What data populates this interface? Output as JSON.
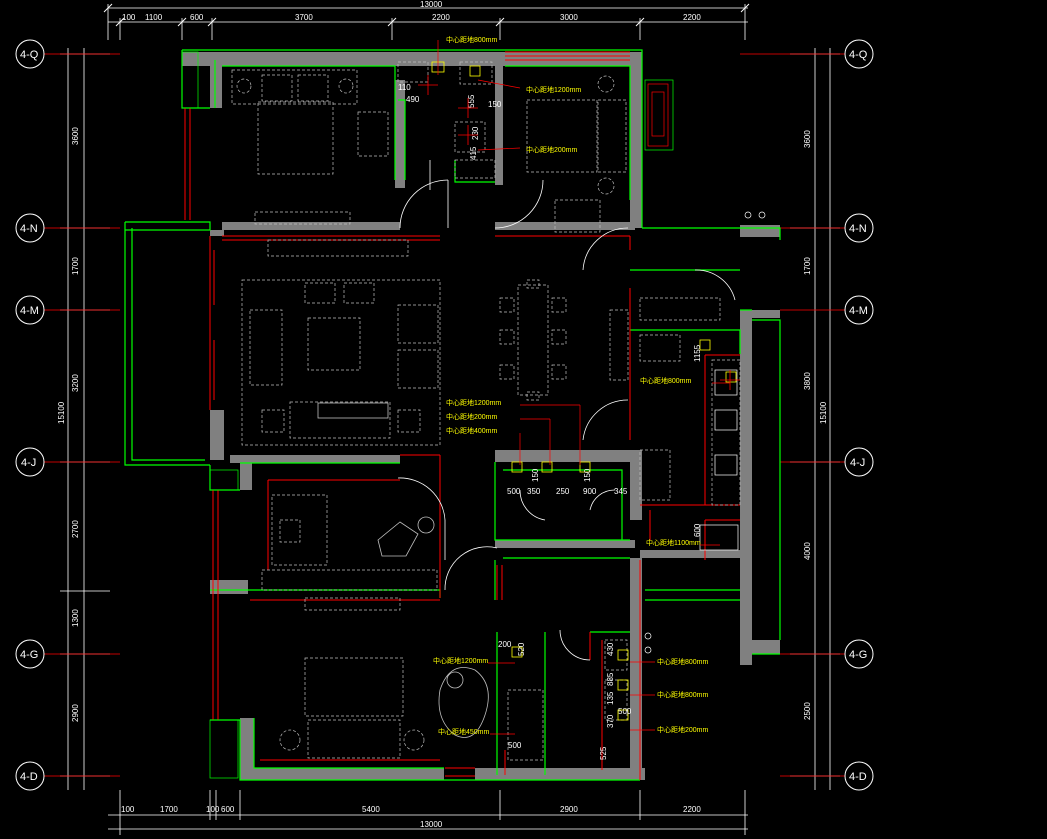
{
  "drawing": {
    "top_total": "13000",
    "bottom_total": "13000",
    "left_total": "15100",
    "right_total": "15100",
    "top_dims": [
      "100",
      "1100",
      "600",
      "3700",
      "2200",
      "3000",
      "2200"
    ],
    "bottom_dims": [
      "100",
      "1700",
      "100",
      "600",
      "5400",
      "2900",
      "2200"
    ],
    "left_dims": [
      "3600",
      "1700",
      "3200",
      "2700",
      "1300",
      "2900"
    ],
    "right_dims": [
      "3600",
      "1700",
      "3800",
      "4000",
      "2500"
    ],
    "axes": [
      "4-Q",
      "4-N",
      "4-M",
      "4-J",
      "4-G",
      "4-D"
    ],
    "annotations": {
      "a1": "中心距地800mm",
      "a2": "中心距地1200mm",
      "a3": "中心距地200mm",
      "a4": "中心距地1200mm",
      "a5": "中心距地200mm",
      "a6": "中心距地400mm",
      "a7": "中心距地800mm",
      "a8": "中心距地1100mm",
      "a9": "中心距地1200mm",
      "a10": "中心距地450mm",
      "a11": "中心距地800mm",
      "a12": "中心距地800mm",
      "a13": "中心距地200mm"
    },
    "small_dims": {
      "d110": "110",
      "d490": "490",
      "d555": "555",
      "d150": "150",
      "d415": "415",
      "d230": "230",
      "d500a": "500",
      "d350": "350",
      "d250": "250",
      "d900": "900",
      "d345": "345",
      "d150b": "150",
      "d150c": "150",
      "d1155": "1155",
      "d600": "600",
      "d200": "200",
      "d520": "520",
      "d430": "430",
      "d885": "885",
      "d135": "135",
      "d500b": "500",
      "d370": "370",
      "d525": "525",
      "d500c": "500"
    },
    "colors": {
      "wall": "#808080",
      "green": "#00ff00",
      "red": "#ff0000",
      "yellow": "#ffff00",
      "grey": "#bfbfbf"
    }
  }
}
